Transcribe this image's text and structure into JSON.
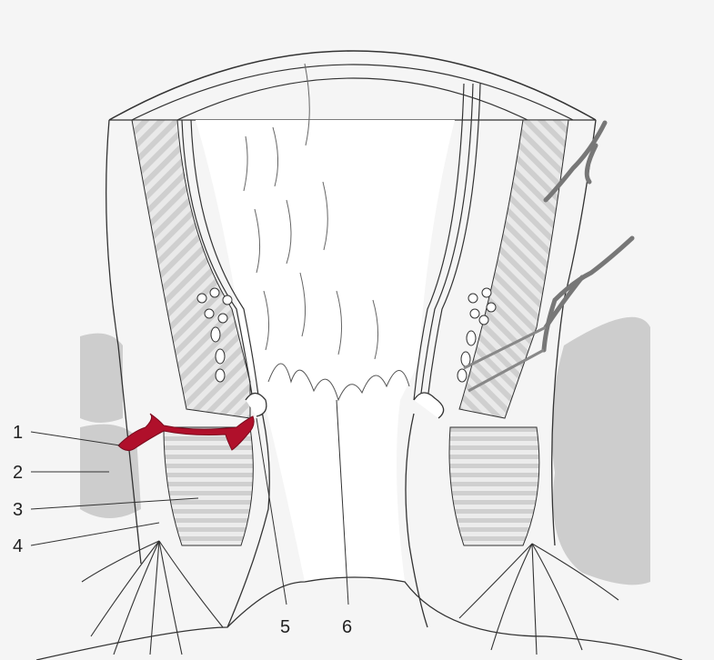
{
  "callouts": [
    {
      "id": "1",
      "label": "1"
    },
    {
      "id": "2",
      "label": "2"
    },
    {
      "id": "3",
      "label": "3"
    },
    {
      "id": "4",
      "label": "4"
    },
    {
      "id": "5",
      "label": "5"
    },
    {
      "id": "6",
      "label": "6"
    }
  ],
  "colors": {
    "background": "#f5f5f5",
    "tissue_light": "#e6e6e6",
    "tissue_mid": "#d3d3d3",
    "tissue_dark": "#bdbdbd",
    "muscle_stripe": "#cfcfcf",
    "line": "#333333",
    "vessel_red": "#b0102b",
    "nerve_grey": "#777777"
  }
}
